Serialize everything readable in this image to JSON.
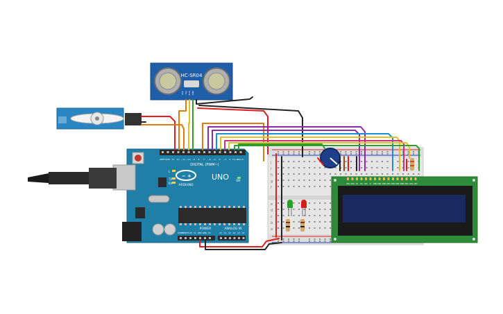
{
  "sensor": {
    "model": "HC-SR04",
    "pins": [
      "VCC",
      "Trig",
      "Echo",
      "GND"
    ]
  },
  "arduino": {
    "brand": "ARDUINO",
    "model": "UNO",
    "digital_label": "DIGITAL (PWM~)",
    "power_label": "POWER",
    "analog_label": "ANALOG IN",
    "led_labels": [
      "L",
      "TX",
      "RX"
    ],
    "on_label": "ON",
    "digital_pins": [
      "AREF",
      "GND",
      "13",
      "12",
      "~11",
      "~10",
      "~9",
      "8",
      "7",
      "~6",
      "~5",
      "4",
      "~3",
      "2",
      "TX→1",
      "RX←0"
    ],
    "power_pins": [
      "IOREF",
      "RESET",
      "3.3V",
      "5V",
      "GND",
      "GND",
      "Vin"
    ],
    "analog_pins": [
      "A0",
      "A1",
      "A2",
      "A3",
      "A4",
      "A5"
    ]
  },
  "lcd": {
    "pins": [
      "VSS",
      "VDD",
      "V0",
      "RS",
      "RW",
      "E",
      "DB0",
      "DB1",
      "DB2",
      "DB3",
      "DB4",
      "DB5",
      "DB6",
      "DB7",
      "LED",
      "LED"
    ]
  },
  "breadboard": {
    "row_letters": [
      "j",
      "i",
      "h",
      "g",
      "f",
      "e",
      "d",
      "c",
      "b",
      "a"
    ]
  },
  "colors": {
    "arduino": "#1f7fa6",
    "servo": "#2a86c2",
    "sensor": "#1f5ea8",
    "lcd_screen": "#1b2a5e",
    "lcd_board": "#2e8b3a",
    "wire_red": "#e01e1e",
    "wire_black": "#222222",
    "wire_orange": "#e07a10",
    "wire_green": "#2aa02a",
    "wire_purple": "#8e2aa8",
    "wire_blue": "#1a8fd0",
    "wire_yellow": "#e0c020",
    "wire_pink": "#d0307a",
    "wire_brown": "#8a4a20"
  }
}
